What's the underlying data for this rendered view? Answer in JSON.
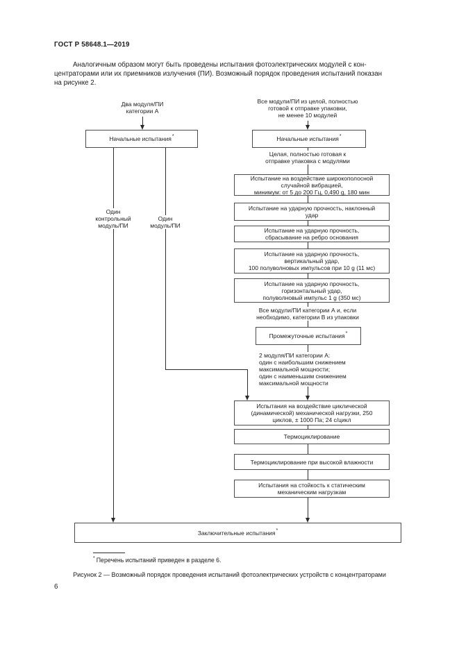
{
  "page": {
    "standard": "ГОСТ Р 58648.1—2019",
    "paragraph": "Аналогичным образом могут быть проведены испытания фотоэлектрических модулей с кон-\nцентраторами или их приемников излучения (ПИ). Возможный порядок проведения испытаний показан\nна рисунке 2.",
    "footnote_text": "Перечень испытаний приведен в разделе 6.",
    "caption": "Рисунок 2 — Возможный порядок проведения испытаний фотоэлектрических устройств с концентраторами",
    "page_number": "6"
  },
  "flow": {
    "asterisk": "*",
    "labels": {
      "left_top": "Два модуля/ПИ\nкатегории А",
      "right_top": "Все модули/ПИ из целой, полностью\nготовой к отправке упаковки,\nне менее 10 модулей",
      "package": "Целая, полностью готовая к\nотправке упаковка с модулями",
      "from_package": "Все модули/ПИ категории А и, если\nнеобходимо, категории В из упаковки",
      "two_modules": "2 модуля/ПИ категории А:\nодин с наибольшим снижением\nмаксимальной мощности;\nодин с наименьшим снижением\nмаксимальной мощности",
      "control_module": "Один\nконтрольный\nмодуль/ПИ",
      "one_module": "Один\nмодуль/ПИ"
    },
    "boxes": {
      "initial_left": "Начальные испытания",
      "initial_right": "Начальные испытания",
      "vibration": "Испытание на воздействие широкополосной\nслучайной вибрацией,\nминимум: от 5 до 200 Гц, 0,490 g, 180 мин",
      "incline_impact": "Испытание на ударную прочность, наклонный\nудар",
      "edge_drop": "Испытание на ударную прочность,\nсбрасывание на ребро основания",
      "vertical_impact": "Испытание на ударную прочность,\nвертикальный удар,\n100 полуволновых импульсов при 10 g (11 мс)",
      "horizontal_impact": "Испытание на ударную прочность,\nгоризонтальный удар,\nполуволновый импульс 1 g (350 мс)",
      "intermediate": "Промежуточные испытания",
      "cyclic_load": "Испытания на воздействие циклической\n(динамической) механической нагрузки, 250\nциклов, ± 1000 Па; 24 с/цикл",
      "thermal_cycling": "Термоциклирование",
      "humidity_cycling": "Термоциклирование при высокой влажности",
      "static_load": "Испытания на стойкость к статическим\nмеханическим нагрузкам",
      "final": "Заключительные испытания"
    }
  }
}
